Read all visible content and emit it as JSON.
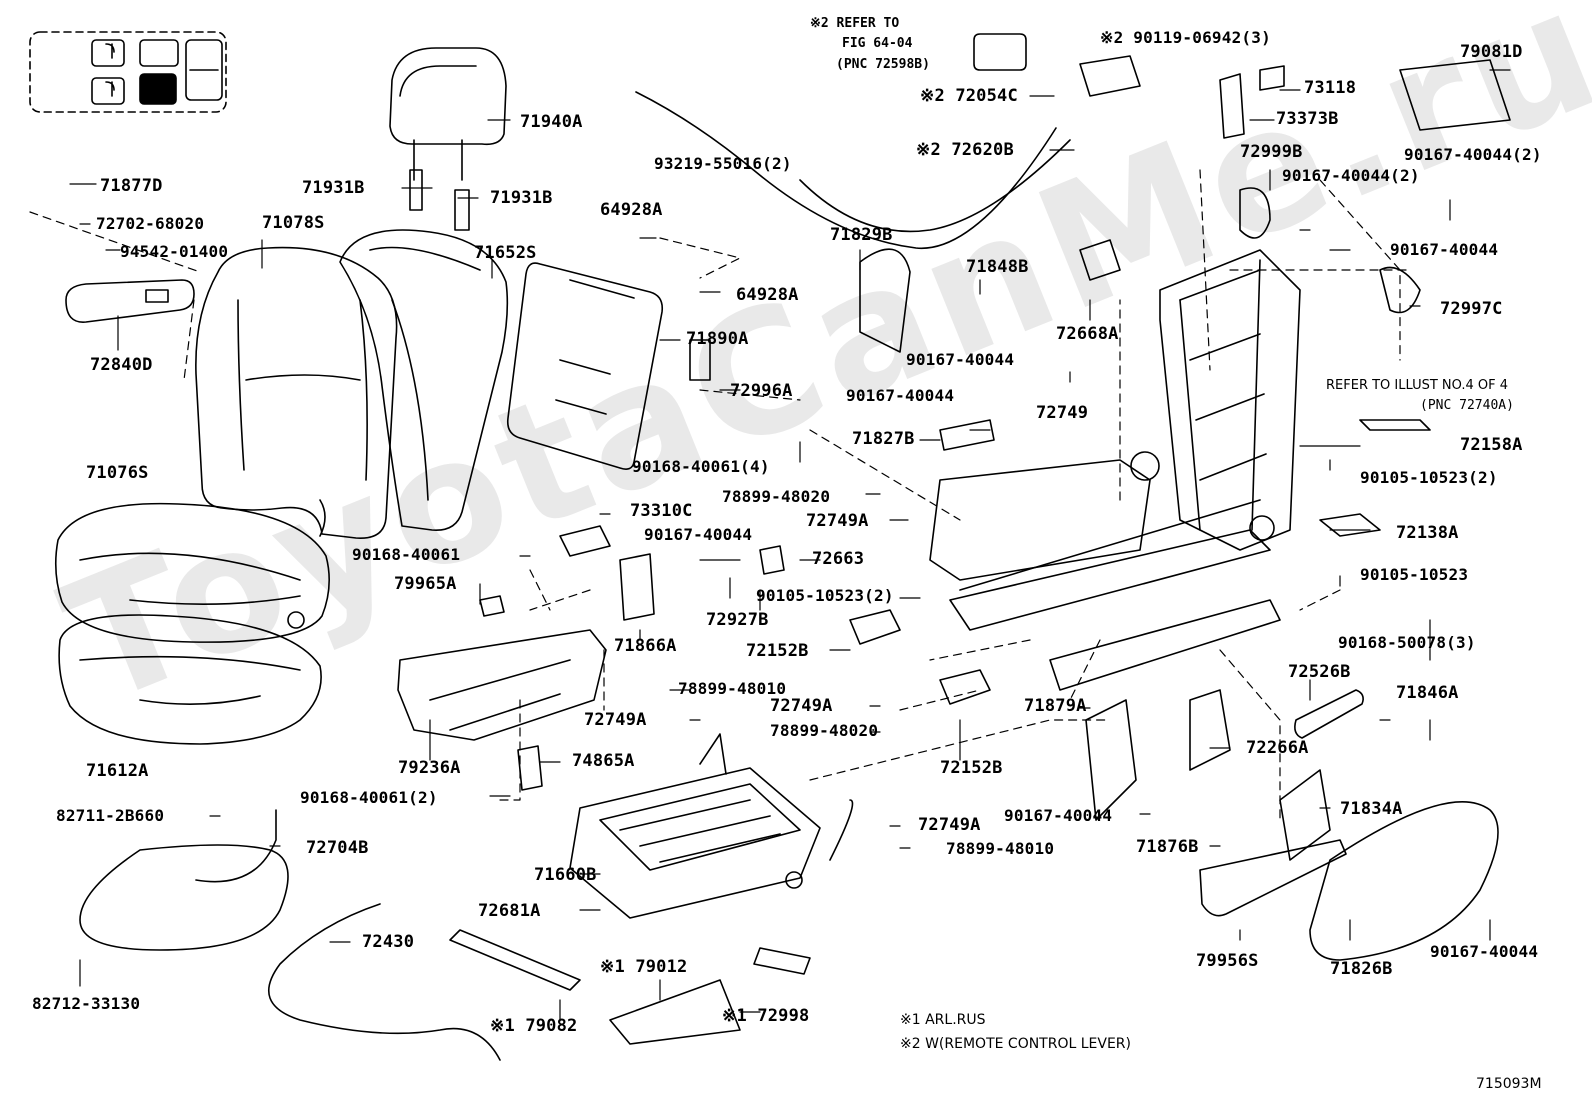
{
  "watermark": "ToyotaCanMe.ru",
  "diagram_code": "715093M",
  "notes": {
    "note1": "※1 ARL.RUS",
    "note2": "※2 W(REMOTE CONTROL LEVER)"
  },
  "references": {
    "fig_refer_line1": "※2 REFER TO",
    "fig_refer_line2": "FIG 64-04",
    "fig_refer_line3": "(PNC 72598B)",
    "illust_refer_line1": "REFER TO ILLUST NO.4 OF 4",
    "illust_refer_line2": "(PNC 72740A)"
  },
  "parts": {
    "p71940A": "71940A",
    "p71931B_l": "71931B",
    "p71931B_r": "71931B",
    "p71877D": "71877D",
    "p72702_68020": "72702-68020",
    "p94542_01400": "94542-01400",
    "p71078S": "71078S",
    "p71652S": "71652S",
    "p72840D": "72840D",
    "p93219_55016": "93219-55016(2)",
    "p64928A_a": "64928A",
    "p64928A_b": "64928A",
    "p71890A": "71890A",
    "p72996A": "72996A",
    "p90168_40061_4": "90168-40061(4)",
    "p72054C": "※2 72054C",
    "p72620B": "※2 72620B",
    "p90119_06942": "※2 90119-06942(3)",
    "p73118": "73118",
    "p73373B": "73373B",
    "p79081D": "79081D",
    "p72999B": "72999B",
    "p90167_40044_2a": "90167-40044(2)",
    "p90167_40044_2b": "90167-40044(2)",
    "p90167_40044_r1": "90167-40044",
    "p72997C": "72997C",
    "p71829B": "71829B",
    "p71848B": "71848B",
    "p90167_40044_c1": "90167-40044",
    "p72668A": "72668A",
    "p90167_40044_c2": "90167-40044",
    "p72749_a": "72749",
    "p71827B": "71827B",
    "p72158A": "72158A",
    "p90105_10523_2a": "90105-10523(2)",
    "p72138A": "72138A",
    "p90105_10523": "90105-10523",
    "p71076S": "71076S",
    "p73310C": "73310C",
    "p78899_48020_a": "78899-48020",
    "p72749A_a": "72749A",
    "p90168_40061_a": "90168-40061",
    "p90167_40044_m": "90167-40044",
    "p72663": "72663",
    "p79965A": "79965A",
    "p71866A": "71866A",
    "p72927B": "72927B",
    "p90105_10523_2b": "90105-10523(2)",
    "p72152B_a": "72152B",
    "p72526B": "72526B",
    "p90168_50078": "90168-50078(3)",
    "p71846A": "71846A",
    "p78899_48010_a": "78899-48010",
    "p72749A_b": "72749A",
    "p72749A_c": "72749A",
    "p78899_48020_b": "78899-48020",
    "p71879A": "71879A",
    "p72266A": "72266A",
    "p71612A": "71612A",
    "p79236A": "79236A",
    "p74865A": "74865A",
    "p72152B_b": "72152B",
    "p90168_40061_2": "90168-40061(2)",
    "p82711_2B660": "82711-2B660",
    "p72704B": "72704B",
    "p72749A_d": "72749A",
    "p78899_48010_b": "78899-48010",
    "p90167_40044_b": "90167-40044",
    "p71834A": "71834A",
    "p71876B": "71876B",
    "p71660B": "71660B",
    "p72681A": "72681A",
    "p72430": "72430",
    "p79012": "※1 79012",
    "p72998": "※1 72998",
    "p79082": "※1 79082",
    "p82712_33130": "82712-33130",
    "p79956S": "79956S",
    "p71826B": "71826B",
    "p90167_40044_br": "90167-40044"
  }
}
